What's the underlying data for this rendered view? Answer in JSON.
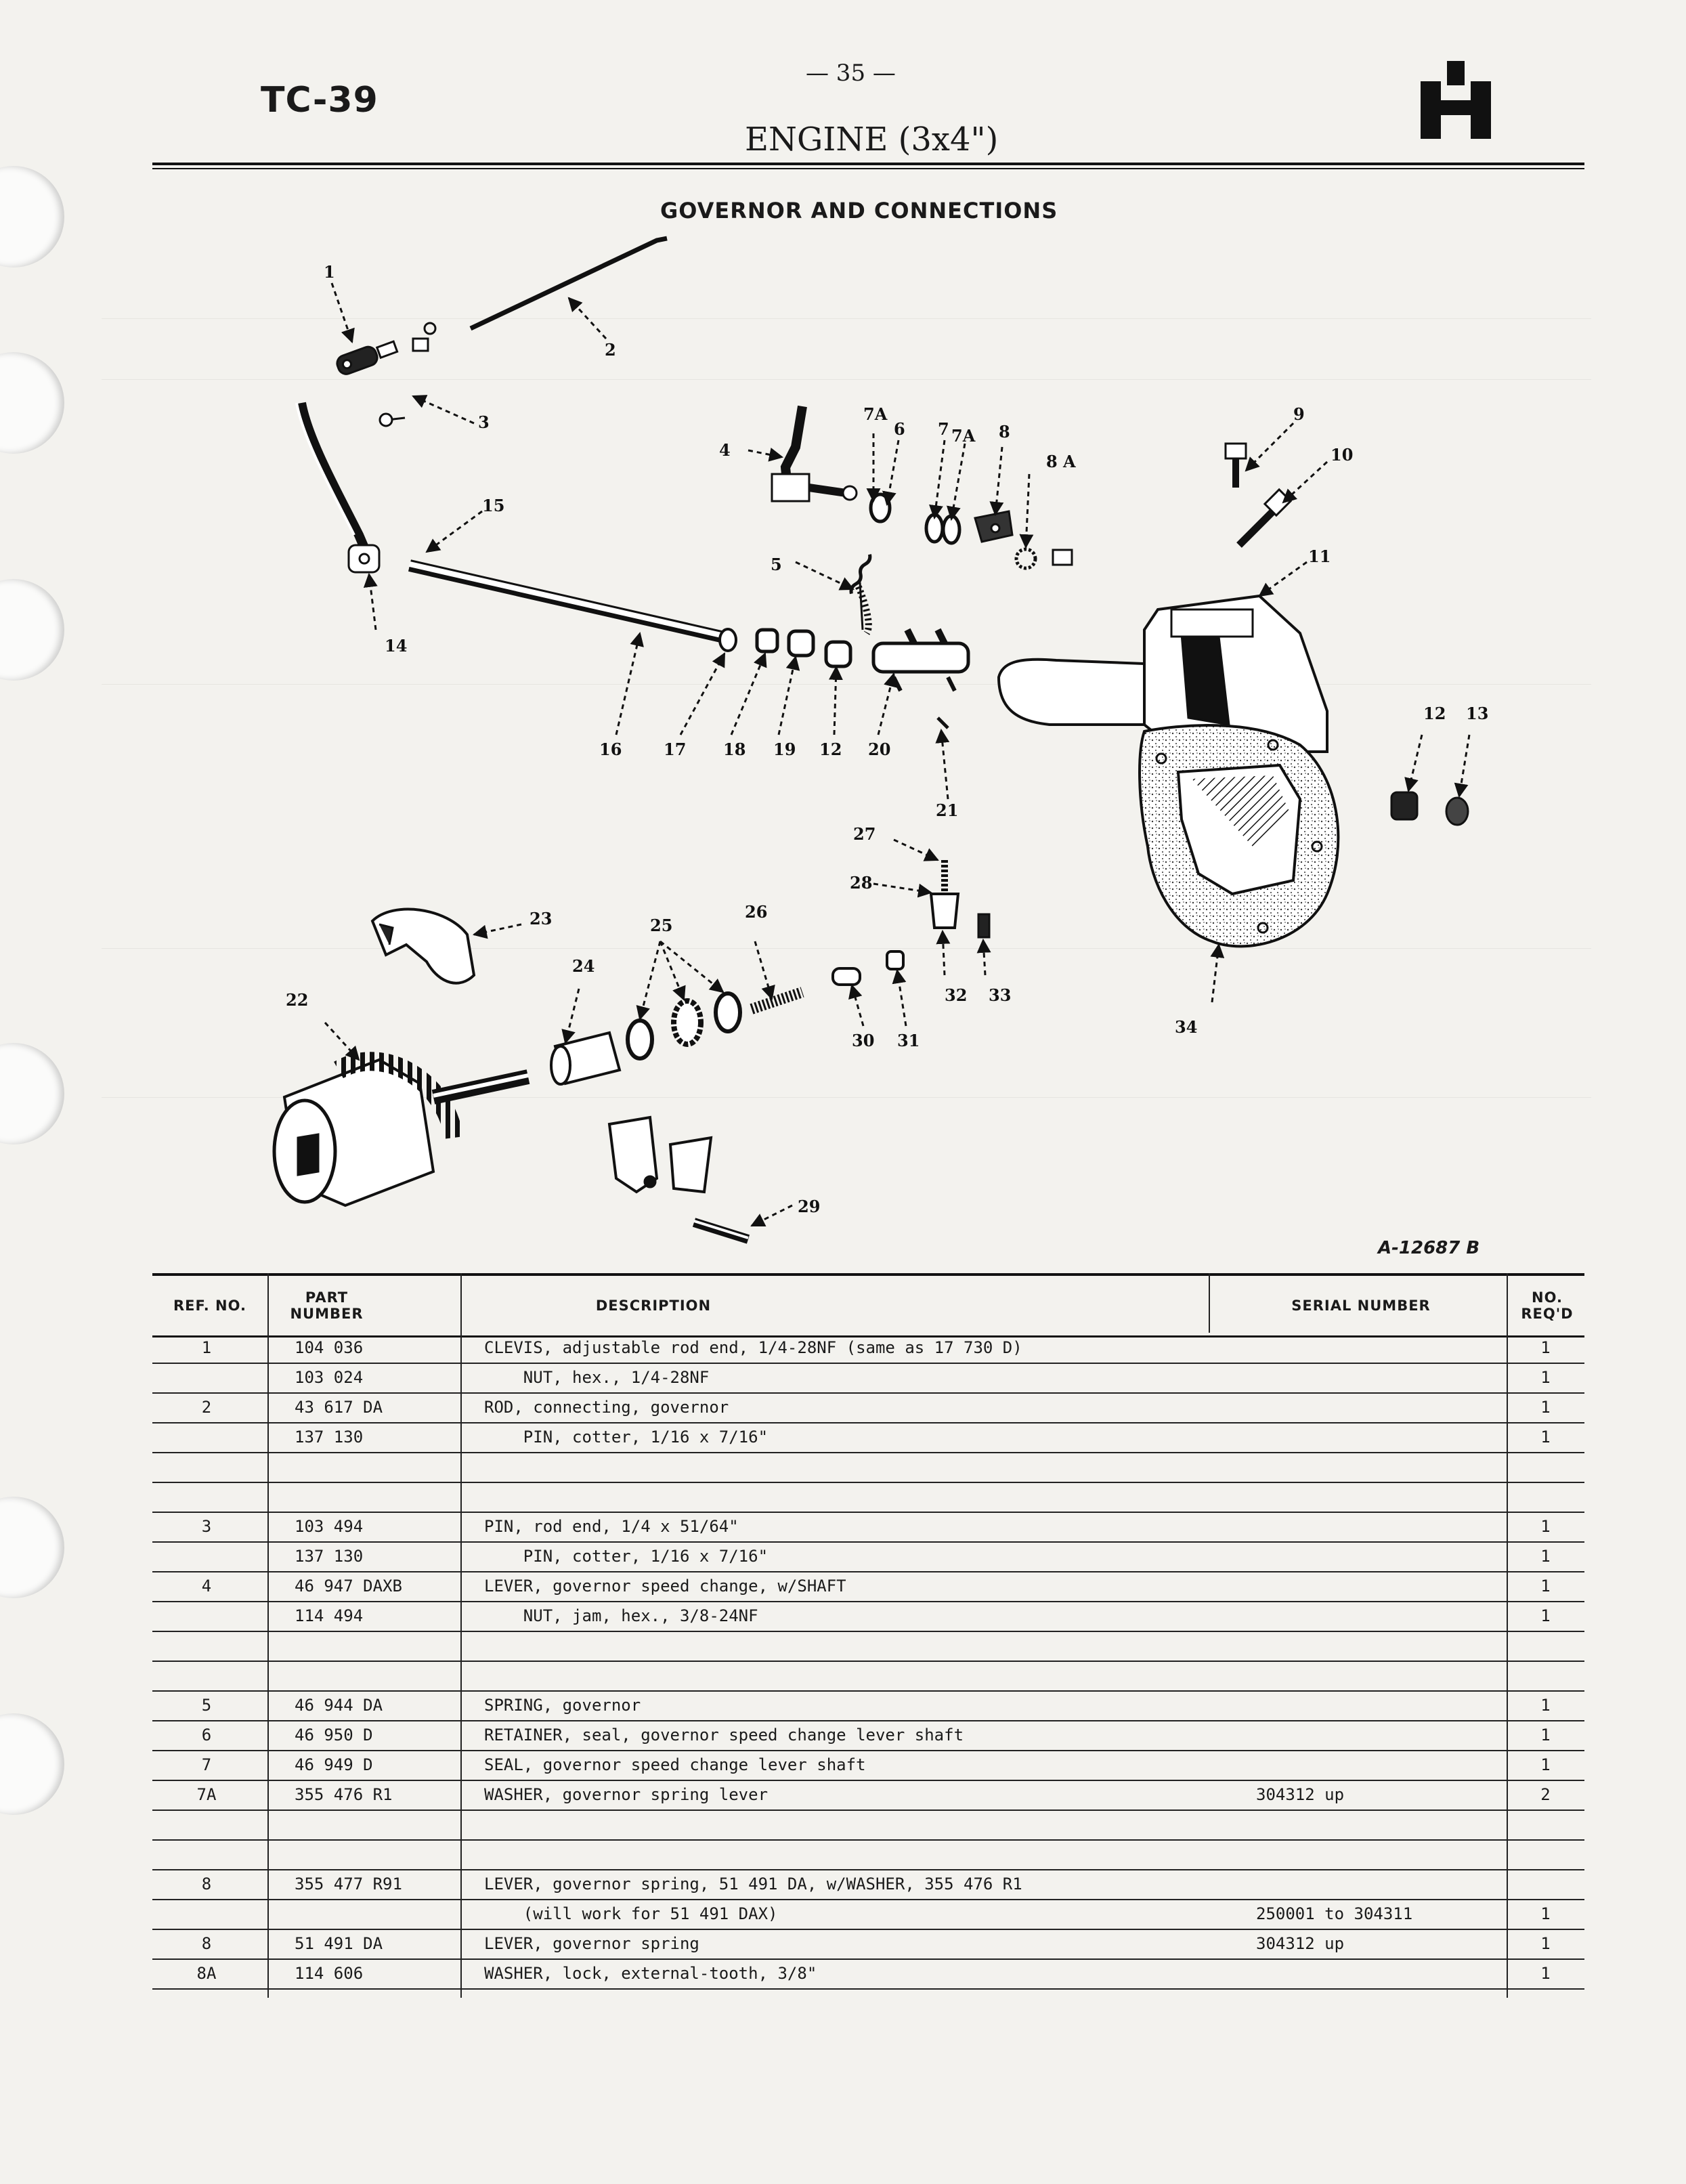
{
  "header": {
    "form_code": "TC-39",
    "page_number": "— 35 —",
    "section_title": "ENGINE (3x4\")",
    "diagram_title": "GOVERNOR AND CONNECTIONS",
    "figure_code": "A-12687 B"
  },
  "callouts": [
    "1",
    "2",
    "3",
    "4",
    "5",
    "6",
    "7",
    "7A",
    "7A",
    "8",
    "8 A",
    "9",
    "10",
    "11",
    "12",
    "13",
    "14",
    "15",
    "16",
    "17",
    "18",
    "19",
    "12",
    "20",
    "21",
    "22",
    "23",
    "24",
    "25",
    "26",
    "27",
    "28",
    "29",
    "30",
    "31",
    "32",
    "33",
    "34"
  ],
  "table": {
    "headers": {
      "ref": "REF. NO.",
      "part": "PART NUMBER",
      "description": "DESCRIPTION",
      "serial": "SERIAL NUMBER",
      "qty": "NO. REQ'D"
    },
    "rows": [
      {
        "ref": "1",
        "part": "104 036",
        "description": "CLEVIS, adjustable rod end, 1/4-28NF (same as 17 730 D)",
        "serial": "",
        "qty": "1"
      },
      {
        "ref": "",
        "part": "103 024",
        "description": "    NUT, hex., 1/4-28NF",
        "serial": "",
        "qty": "1"
      },
      {
        "ref": "2",
        "part": "43 617 DA",
        "description": "ROD, connecting, governor",
        "serial": "",
        "qty": "1"
      },
      {
        "ref": "",
        "part": "137 130",
        "description": "    PIN, cotter, 1/16 x 7/16\"",
        "serial": "",
        "qty": "1"
      },
      {
        "ref": "",
        "part": "",
        "description": "",
        "serial": "",
        "qty": ""
      },
      {
        "ref": "",
        "part": "",
        "description": "",
        "serial": "",
        "qty": ""
      },
      {
        "ref": "3",
        "part": "103 494",
        "description": "PIN, rod end, 1/4 x 51/64\"",
        "serial": "",
        "qty": "1"
      },
      {
        "ref": "",
        "part": "137 130",
        "description": "    PIN, cotter, 1/16 x 7/16\"",
        "serial": "",
        "qty": "1"
      },
      {
        "ref": "4",
        "part": "46 947 DAXB",
        "description": "LEVER, governor speed change, w/SHAFT",
        "serial": "",
        "qty": "1"
      },
      {
        "ref": "",
        "part": "114 494",
        "description": "    NUT, jam, hex., 3/8-24NF",
        "serial": "",
        "qty": "1"
      },
      {
        "ref": "",
        "part": "",
        "description": "",
        "serial": "",
        "qty": ""
      },
      {
        "ref": "",
        "part": "",
        "description": "",
        "serial": "",
        "qty": ""
      },
      {
        "ref": "5",
        "part": "46 944 DA",
        "description": "SPRING, governor",
        "serial": "",
        "qty": "1"
      },
      {
        "ref": "6",
        "part": "46 950 D",
        "description": "RETAINER, seal, governor speed change lever shaft",
        "serial": "",
        "qty": "1"
      },
      {
        "ref": "7",
        "part": "46 949 D",
        "description": "SEAL, governor speed change lever shaft",
        "serial": "",
        "qty": "1"
      },
      {
        "ref": "7A",
        "part": "355 476 R1",
        "description": "WASHER, governor spring lever",
        "serial": "304312 up",
        "qty": "2"
      },
      {
        "ref": "",
        "part": "",
        "description": "",
        "serial": "",
        "qty": ""
      },
      {
        "ref": "",
        "part": "",
        "description": "",
        "serial": "",
        "qty": ""
      },
      {
        "ref": "8",
        "part": "355 477 R91",
        "description": "LEVER, governor spring, 51 491 DA, w/WASHER, 355 476 R1",
        "serial": "",
        "qty": ""
      },
      {
        "ref": "",
        "part": "",
        "description": "    (will work for 51 491 DAX)",
        "serial": "250001 to 304311",
        "qty": "1"
      },
      {
        "ref": "8",
        "part": "51 491 DA",
        "description": "LEVER, governor spring",
        "serial": "304312 up",
        "qty": "1"
      },
      {
        "ref": "8A",
        "part": "114 606",
        "description": "WASHER, lock, external-tooth, 3/8\"",
        "serial": "",
        "qty": "1"
      }
    ]
  },
  "colors": {
    "paper": "#f3f2ee",
    "ink": "#1a1a1a"
  }
}
